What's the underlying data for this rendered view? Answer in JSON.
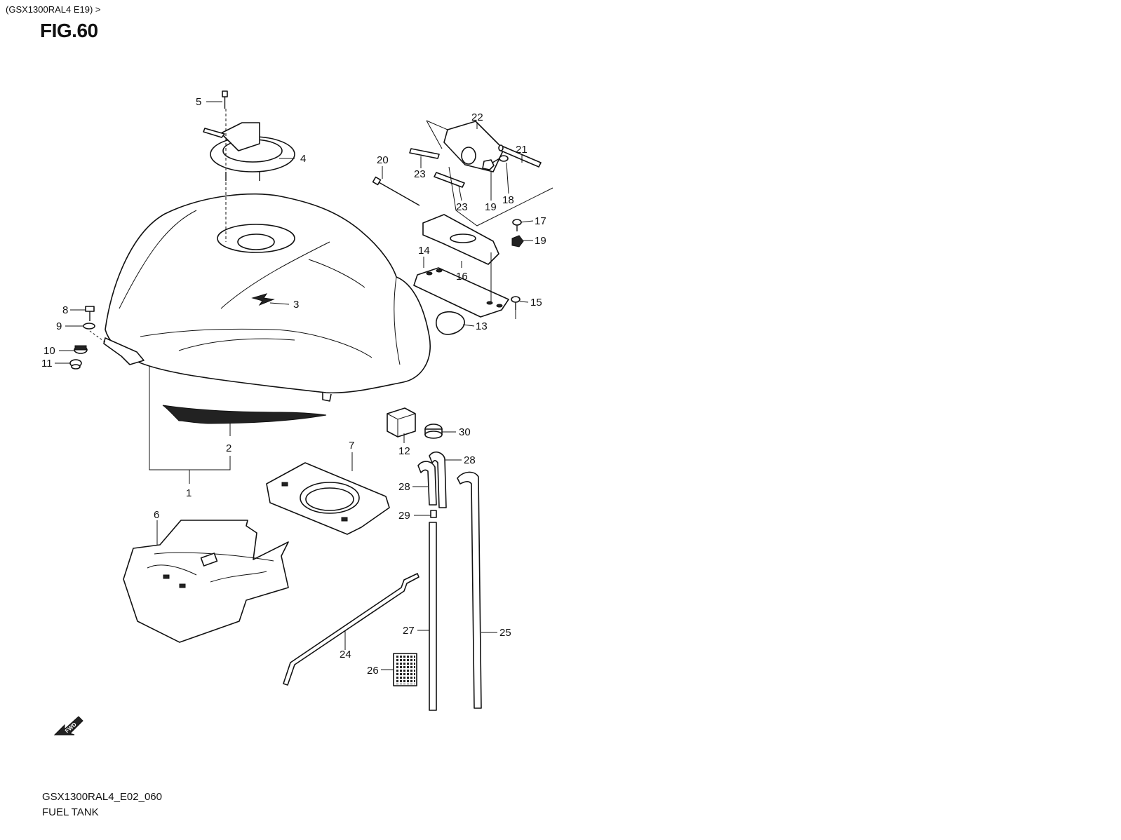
{
  "header": {
    "breadcrumb": "(GSX1300RAL4 E19) >",
    "figure": "FIG.60"
  },
  "footer": {
    "code": "GSX1300RAL4_E02_060",
    "title": "FUEL TANK"
  },
  "fwd_label": "FWD",
  "callouts": [
    "1",
    "2",
    "3",
    "4",
    "5",
    "6",
    "7",
    "8",
    "9",
    "10",
    "11",
    "12",
    "13",
    "14",
    "15",
    "16",
    "17",
    "18",
    "19",
    "19",
    "20",
    "21",
    "22",
    "23",
    "23",
    "24",
    "25",
    "26",
    "27",
    "28",
    "28",
    "29",
    "30"
  ]
}
